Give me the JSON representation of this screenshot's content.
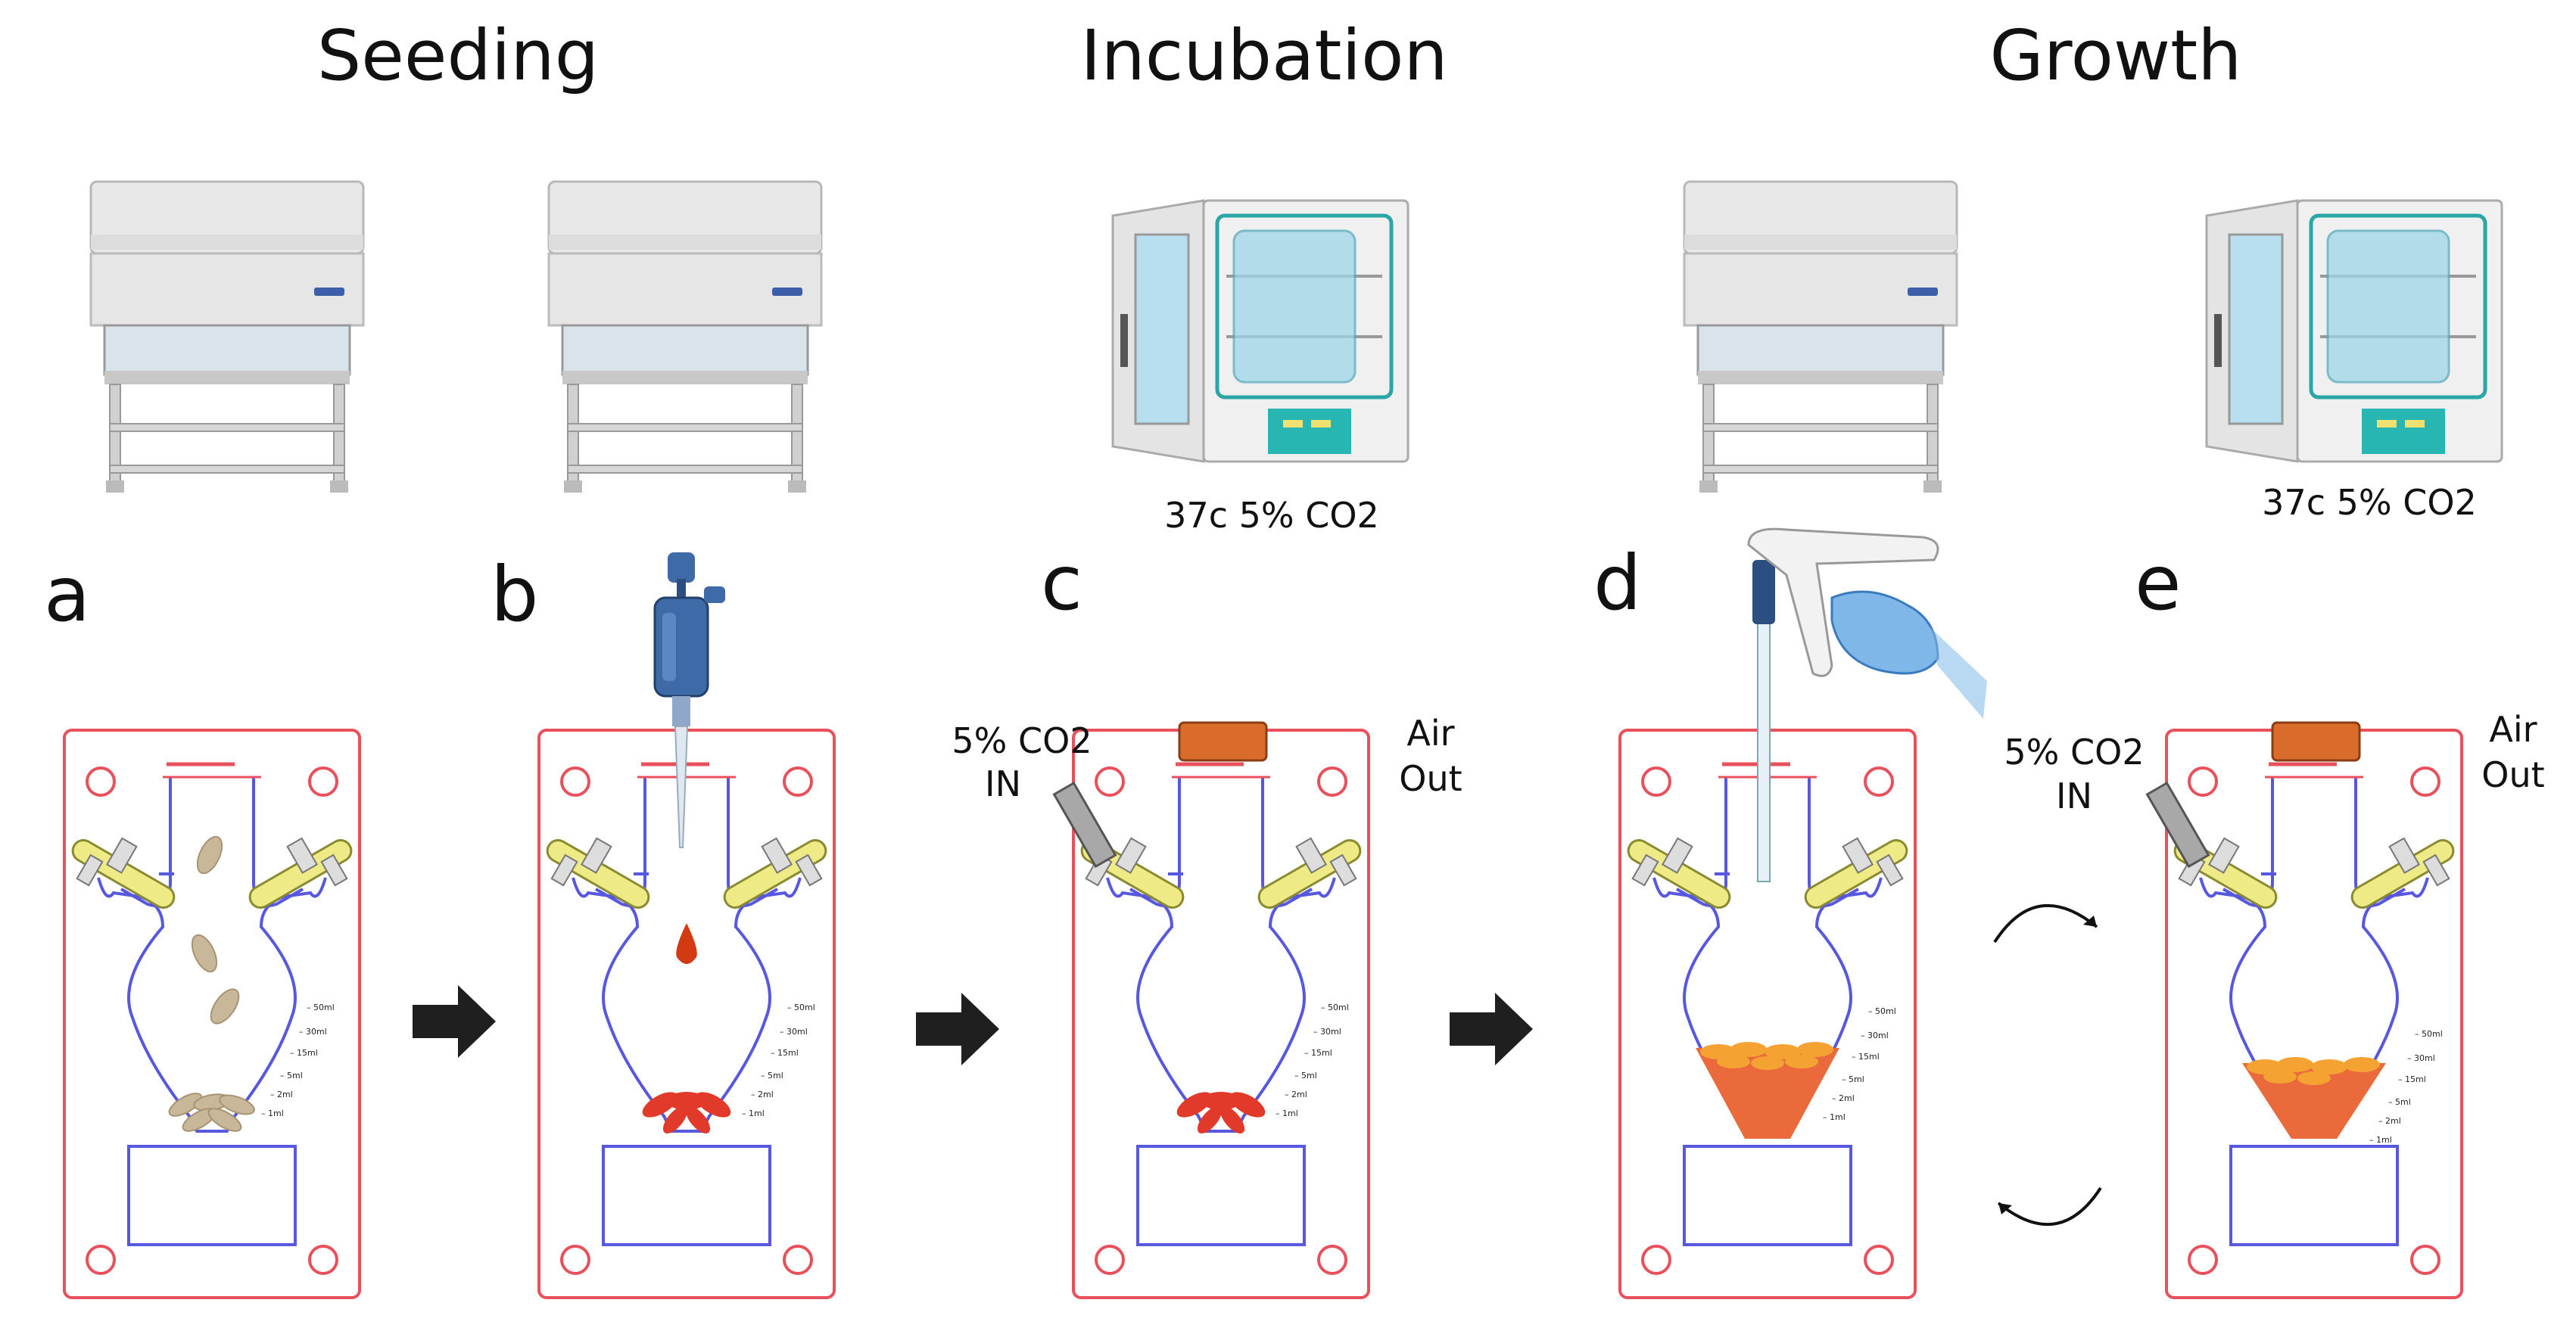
{
  "stages": {
    "seeding": "Seeding",
    "incubation": "Incubation",
    "growth": "Growth"
  },
  "panels": {
    "a": "a",
    "b": "b",
    "c": "c",
    "d": "d",
    "e": "e"
  },
  "incubator_conditions": {
    "c": "37c 5% CO2",
    "e": "37c 5% CO2"
  },
  "ports": {
    "c_in": [
      "5% CO2",
      "IN"
    ],
    "c_out": [
      "Air",
      "Out"
    ],
    "e_in": [
      "5% CO2",
      "IN"
    ],
    "e_out": [
      "Air",
      "Out"
    ]
  },
  "graduations": [
    "50ml",
    "30ml",
    "15ml",
    "5ml",
    "2ml",
    "1ml"
  ],
  "icons": {
    "hood": "biosafety-cabinet-icon",
    "incubator": "co2-incubator-icon",
    "pipette": "micropipette-icon",
    "pipette_controller": "pipette-controller-icon",
    "flask": "three-neck-flask-icon",
    "arrow": "arrow-right-icon",
    "cycle": "cycle-arrows-icon"
  },
  "colors": {
    "frame": "#e8505b",
    "flask": "#5757e0",
    "filter": "#e8e87a",
    "seed": "#c9b79a",
    "cells_red": "#e23a2a",
    "medium_orange": "#ea6a3c",
    "cells_orange": "#f4a332",
    "cap": "#d96c2a",
    "incubator_panel": "#27b6b2",
    "pipette_blue": "#3e6aa8"
  }
}
